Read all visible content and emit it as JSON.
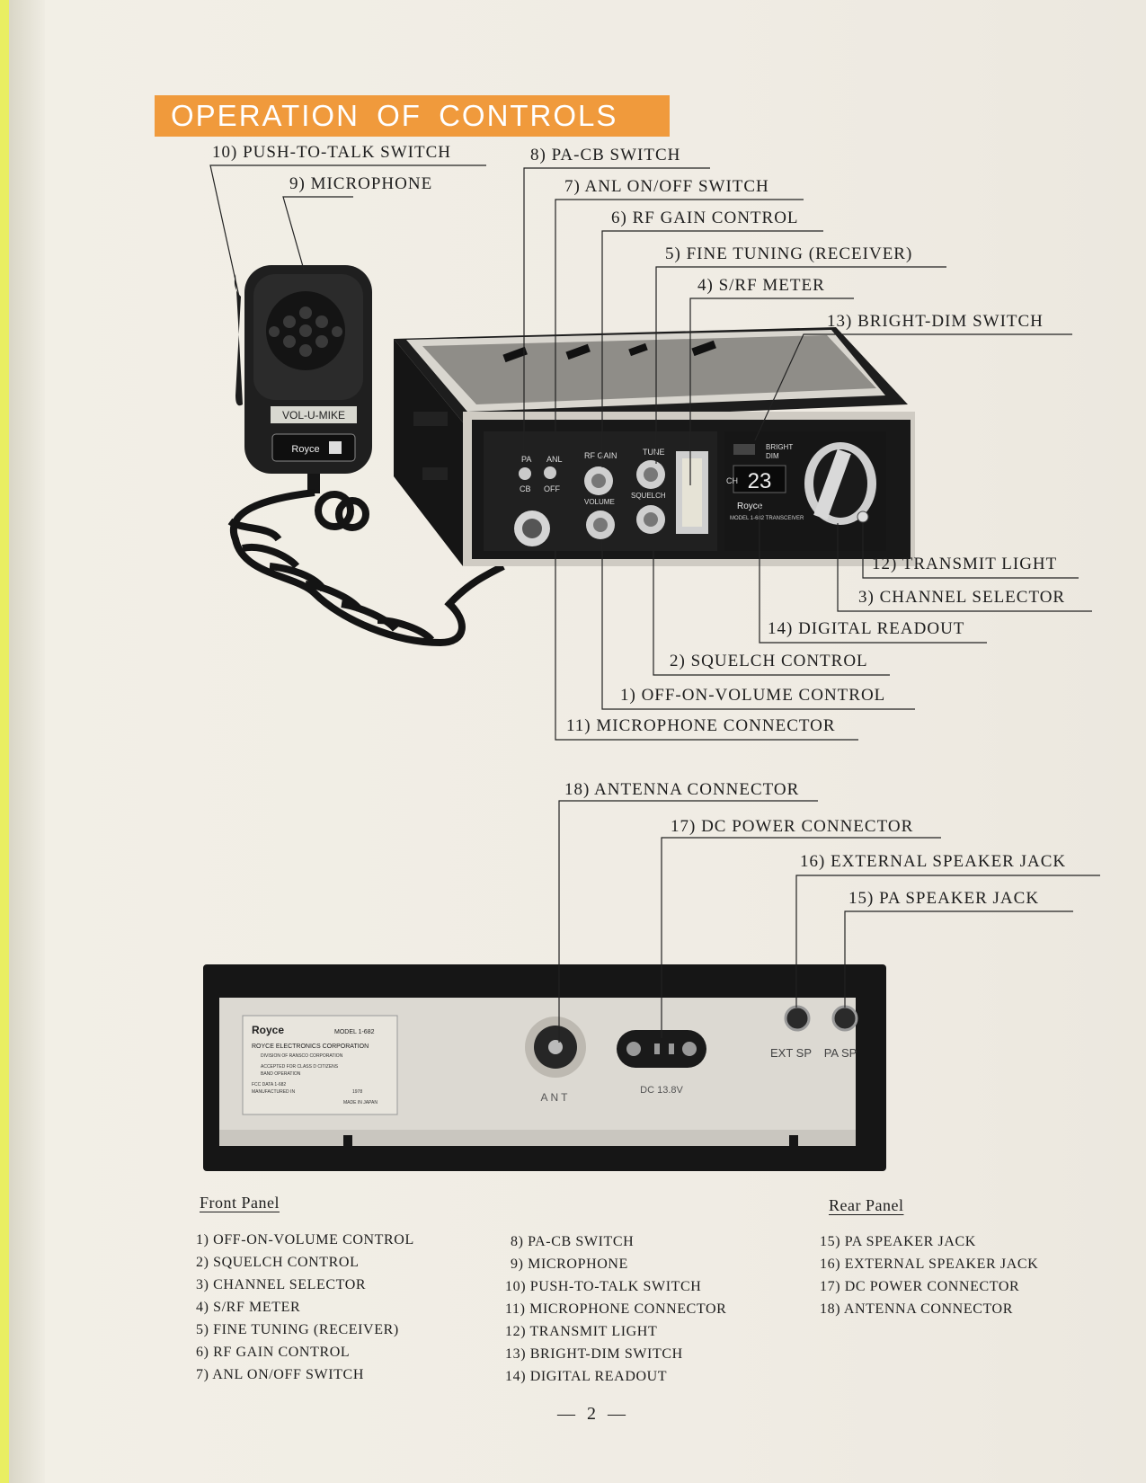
{
  "header": {
    "title": "OPERATION OF CONTROLS"
  },
  "callouts": [
    {
      "id": "c10",
      "text": "10) PUSH-TO-TALK SWITCH"
    },
    {
      "id": "c9",
      "text": "9) MICROPHONE"
    },
    {
      "id": "c8",
      "text": "8) PA-CB SWITCH"
    },
    {
      "id": "c7",
      "text": "7) ANL ON/OFF SWITCH"
    },
    {
      "id": "c6",
      "text": "6) RF GAIN CONTROL"
    },
    {
      "id": "c5",
      "text": "5) FINE TUNING (RECEIVER)"
    },
    {
      "id": "c4",
      "text": "4) S/RF METER"
    },
    {
      "id": "c13",
      "text": "13) BRIGHT-DIM SWITCH"
    },
    {
      "id": "c12",
      "text": "12) TRANSMIT LIGHT"
    },
    {
      "id": "c3",
      "text": "3) CHANNEL SELECTOR"
    },
    {
      "id": "c14",
      "text": "14) DIGITAL READOUT"
    },
    {
      "id": "c2",
      "text": "2) SQUELCH CONTROL"
    },
    {
      "id": "c1",
      "text": "1) OFF-ON-VOLUME CONTROL"
    },
    {
      "id": "c11",
      "text": "11) MICROPHONE CONNECTOR"
    },
    {
      "id": "c18",
      "text": "18) ANTENNA CONNECTOR"
    },
    {
      "id": "c17",
      "text": "17) DC POWER CONNECTOR"
    },
    {
      "id": "c16",
      "text": "16) EXTERNAL SPEAKER JACK"
    },
    {
      "id": "c15",
      "text": "15) PA SPEAKER JACK"
    }
  ],
  "device": {
    "mic_brand": "VOL-U-MIKE",
    "brand": "Royce",
    "front": {
      "pa": "PA",
      "cb": "CB",
      "anl": "ANL",
      "off": "OFF",
      "rf_gain": "RF GAIN",
      "tune": "TUNE",
      "volume": "VOLUME",
      "squelch": "SQUELCH",
      "ch": "CH",
      "channel": "23",
      "bright": "BRIGHT",
      "dim": "DIM",
      "model_line": "MODEL 1-682 TRANSCEIVER"
    },
    "rear": {
      "model": "MODEL 1-682",
      "company": "ROYCE ELECTRONICS CORPORATION",
      "division": "DIVISION OF RANSCO CORPORATION",
      "accepted": "ACCEPTED FOR CLASS D CITIZENS",
      "band": "BAND OPERATION",
      "fcc": "FCC DATA 1-682",
      "manufactured": "MANUFACTURED IN",
      "year": "1978",
      "made_in": "MADE IN JAPAN",
      "ant": "ANT",
      "dc": "DC 13.8V",
      "ext_sp": "EXT SP",
      "pa_sp": "PA SP"
    }
  },
  "legend": {
    "front_title": "Front Panel",
    "rear_title": "Rear Panel",
    "col1": [
      "1) OFF-ON-VOLUME CONTROL",
      "2) SQUELCH CONTROL",
      "3) CHANNEL SELECTOR",
      "4) S/RF METER",
      "5) FINE TUNING (RECEIVER)",
      "6) RF GAIN CONTROL",
      "7) ANL ON/OFF SWITCH"
    ],
    "col2": [
      "8) PA-CB SWITCH",
      "9) MICROPHONE",
      "10) PUSH-TO-TALK SWITCH",
      "11) MICROPHONE CONNECTOR",
      "12) TRANSMIT LIGHT",
      "13) BRIGHT-DIM SWITCH",
      "14) DIGITAL READOUT"
    ],
    "col3": [
      "15) PA SPEAKER JACK",
      "16) EXTERNAL SPEAKER JACK",
      "17) DC POWER CONNECTOR",
      "18) ANTENNA CONNECTOR"
    ]
  },
  "footer": {
    "page_number": "— 2 —"
  }
}
